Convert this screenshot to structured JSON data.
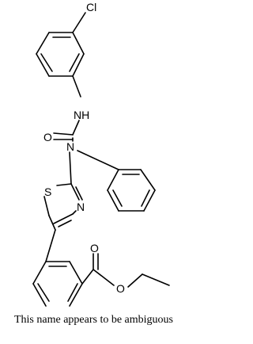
{
  "structure": {
    "atoms": {
      "chlorine": "Cl",
      "amide_nh": "NH",
      "carbonyl_o_urea": "O",
      "urea_n": "N",
      "thiazole_s": "S",
      "thiazole_n": "N",
      "ester_o_carbonyl": "O",
      "ester_o_single": "O"
    }
  },
  "caption": "This name appears to be ambiguous"
}
